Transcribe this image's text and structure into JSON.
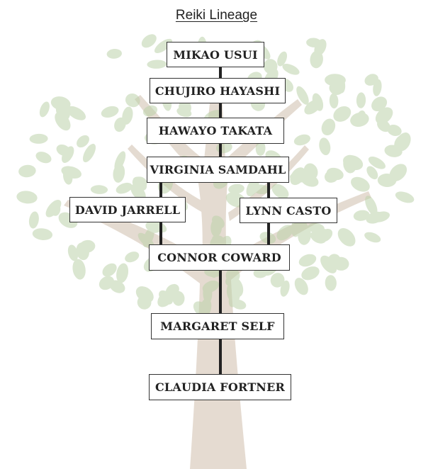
{
  "title": "Reiki Lineage",
  "nodes": {
    "mikao_usui": "MIKAO USUI",
    "chujiro_hayashi": "CHUJIRO HAYASHI",
    "hawayo_takata": "HAWAYO TAKATA",
    "virginia_samdahl": "VIRGINIA SAMDAHL",
    "david_jarrell": "DAVID JARRELL",
    "lynn_casto": "LYNN CASTO",
    "connor_coward": "CONNOR COWARD",
    "margaret_self": "MARGARET SELF",
    "claudia_fortner": "CLAUDIA FORTNER"
  },
  "edges": [
    [
      "mikao_usui",
      "chujiro_hayashi"
    ],
    [
      "chujiro_hayashi",
      "hawayo_takata"
    ],
    [
      "hawayo_takata",
      "virginia_samdahl"
    ],
    [
      "virginia_samdahl",
      "david_jarrell"
    ],
    [
      "virginia_samdahl",
      "lynn_casto"
    ],
    [
      "david_jarrell",
      "connor_coward"
    ],
    [
      "lynn_casto",
      "connor_coward"
    ],
    [
      "connor_coward",
      "margaret_self"
    ],
    [
      "margaret_self",
      "claudia_fortner"
    ]
  ],
  "colors": {
    "connector": "#222222",
    "leaf": "#b9cfa7",
    "trunk": "#d9cabc"
  }
}
